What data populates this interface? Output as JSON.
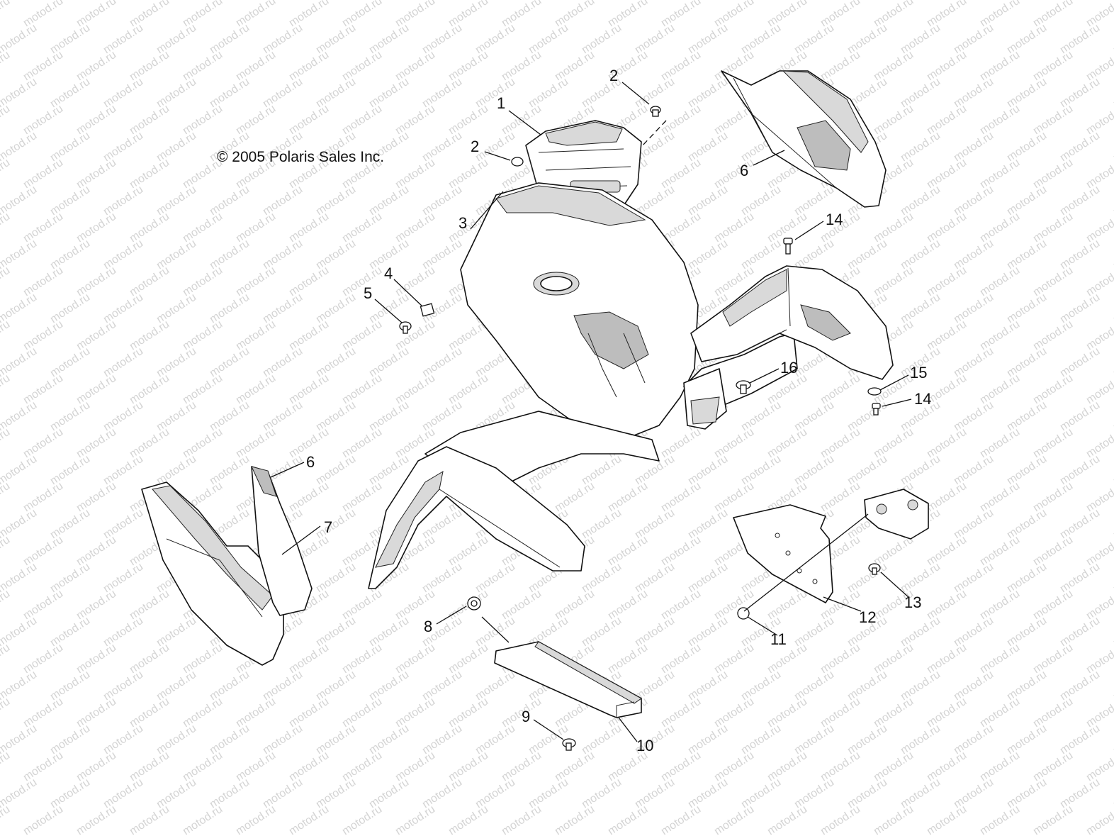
{
  "copyright": "© 2005 Polaris Sales Inc.",
  "watermark": "motod.ru",
  "callouts": {
    "c1": "1",
    "c2a": "2",
    "c2b": "2",
    "c3": "3",
    "c4": "4",
    "c5": "5",
    "c6a": "6",
    "c6b": "6",
    "c7": "7",
    "c8": "8",
    "c9": "9",
    "c10": "10",
    "c11": "11",
    "c12": "12",
    "c13": "13",
    "c14a": "14",
    "c14b": "14",
    "c15": "15",
    "c16": "16"
  }
}
